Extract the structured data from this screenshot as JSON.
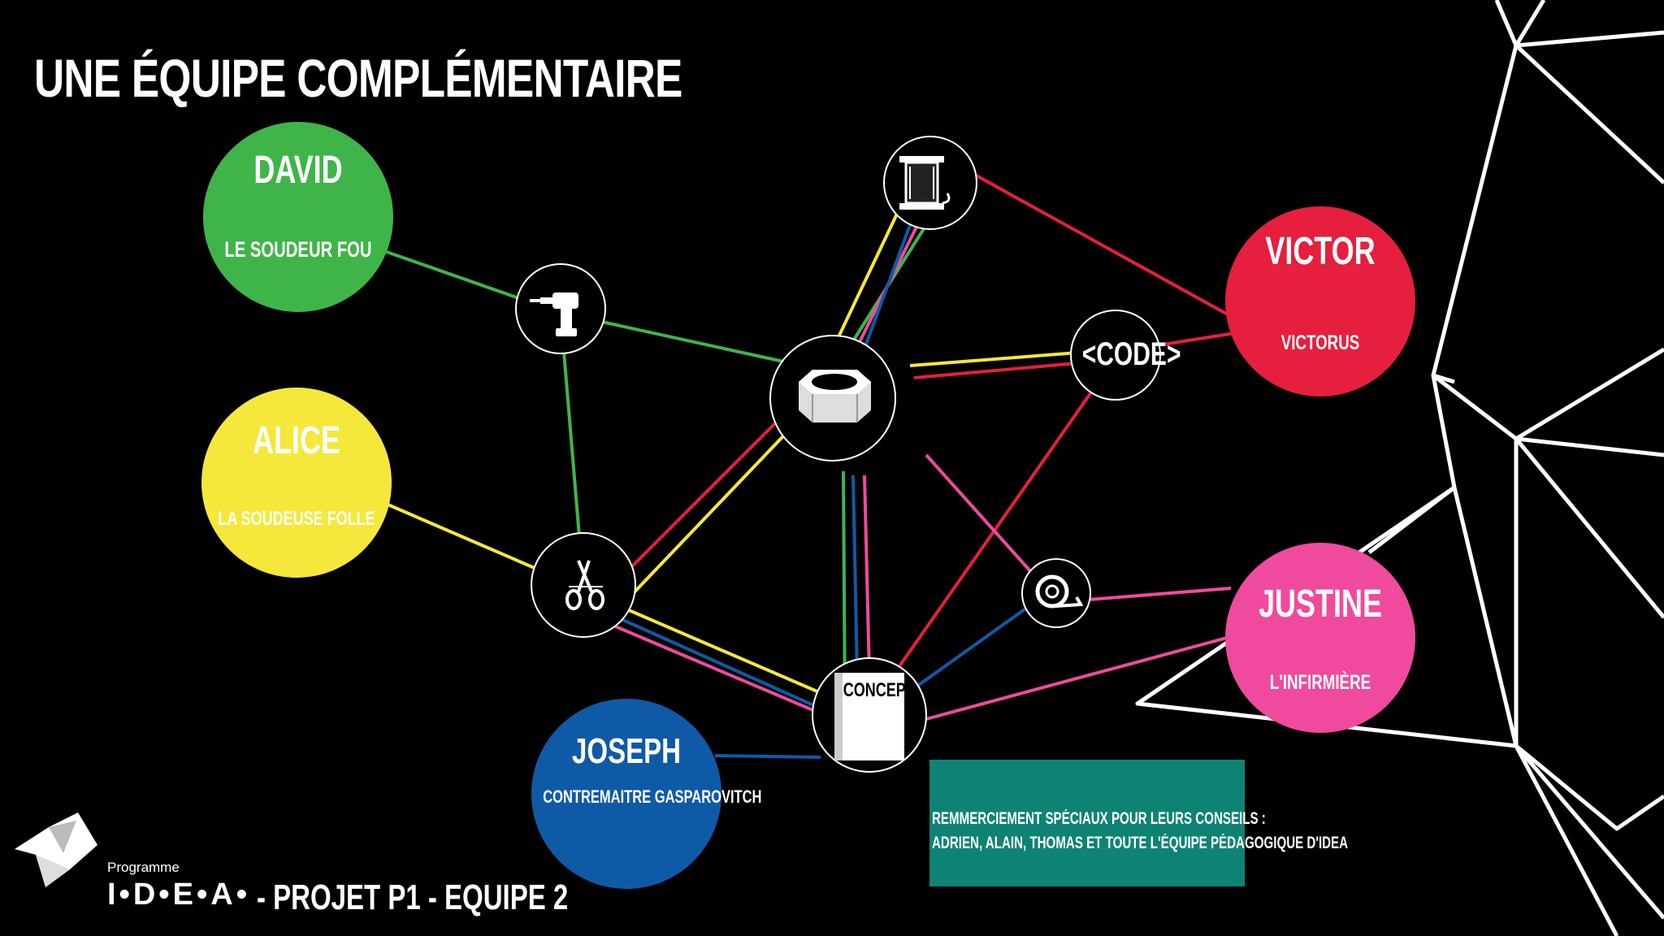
{
  "title": "UNE ÉQUIPE COMPLÉMENTAIRE",
  "colors": {
    "david": "#3fb549",
    "alice": "#f5e83a",
    "victor": "#e51f3d",
    "justine": "#ef4a9e",
    "joseph": "#0f5aa6",
    "thanks_bg": "#0e8374"
  },
  "people": {
    "david": {
      "name": "DAVID",
      "role": "LE SOUDEUR FOU"
    },
    "alice": {
      "name": "ALICE",
      "role": "LA SOUDEUSE FOLLE"
    },
    "victor": {
      "name": "VICTOR",
      "role": "VICTORUS"
    },
    "justine": {
      "name": "JUSTINE",
      "role": "L'INFIRMIÈRE"
    },
    "joseph": {
      "name": "JOSEPH",
      "role": "CONTREMAITRE GASPAROVITCH"
    }
  },
  "nodes": {
    "spool": {
      "icon": "spool-icon"
    },
    "drill": {
      "icon": "drill-icon"
    },
    "nut": {
      "icon": "hex-nut-icon"
    },
    "code": {
      "label": "<CODE>"
    },
    "scissors": {
      "icon": "scissors-icon"
    },
    "tape": {
      "icon": "tape-roll-icon"
    },
    "concept": {
      "label": "CONCEPT"
    }
  },
  "thanks": {
    "line1": "REMMERCIEMENT SPÉCIAUX POUR LEURS CONSEILS :",
    "line2": "ADRIEN, ALAIN, THOMAS ET TOUTE L'ÉQUIPE PÉDAGOGIQUE D'IDEA"
  },
  "footer": {
    "brand": "Programme",
    "logo": "I•D•E•A•",
    "project": "- PROJET P1 - EQUIPE 2"
  }
}
